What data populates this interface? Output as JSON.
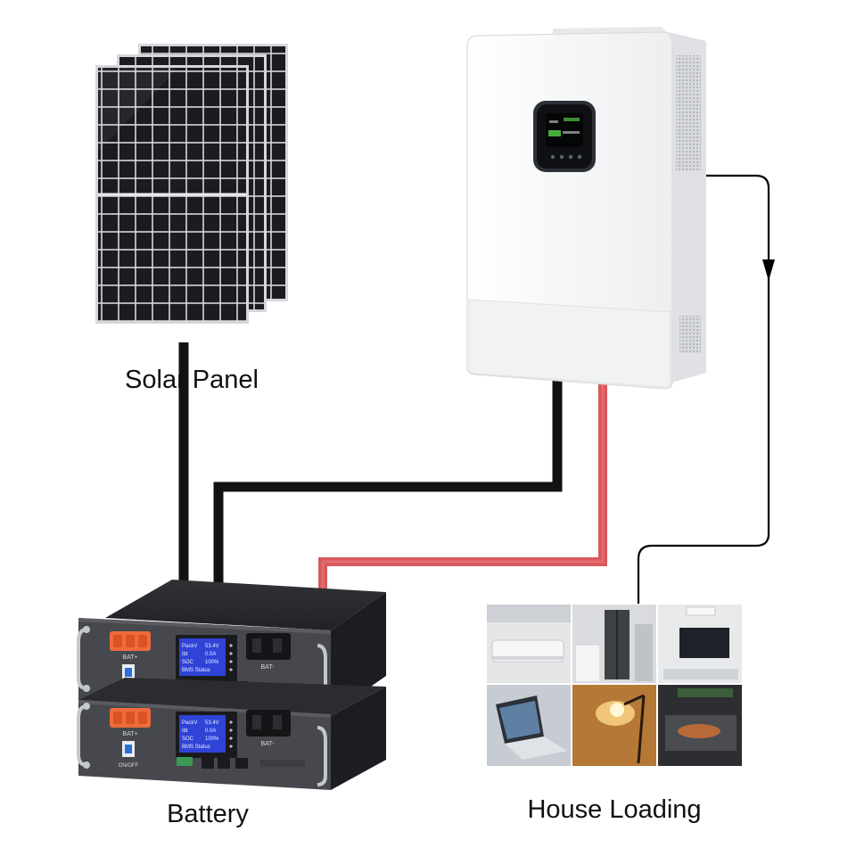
{
  "labels": {
    "solar_panel": "Solar Panel",
    "battery": "Battery",
    "house_loading": "House Loading"
  },
  "battery_unit": {
    "positive_terminal": "BAT+",
    "negative_terminal": "BAT-",
    "switch_label": "ON/OFF",
    "screen_lines": [
      {
        "key": "PackV",
        "val": "53.4V"
      },
      {
        "key": "Ibt",
        "val": "0.0A"
      },
      {
        "key": "SOC",
        "val": "100%"
      },
      {
        "key": "BMS Status",
        "val": ""
      }
    ]
  },
  "colors": {
    "cable_black": "#121212",
    "cable_red": "#d9585b",
    "wire_thin": "#000000",
    "inverter_body": "#f4f5f6",
    "panel_cell": "#1c1c20",
    "battery_body": "#45474c",
    "battery_screen": "#2f43d6",
    "terminal_orange": "#ee6b3a"
  }
}
